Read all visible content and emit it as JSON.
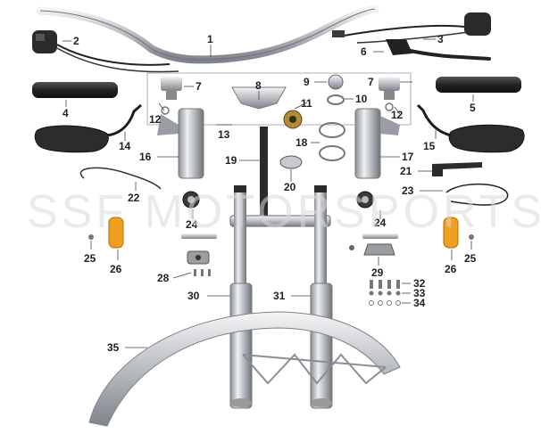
{
  "watermark": "SSF MOTORSPORTS",
  "callouts": [
    "1",
    "2",
    "3",
    "4",
    "5",
    "6",
    "7",
    "7",
    "8",
    "9",
    "10",
    "11",
    "12",
    "12",
    "13",
    "14",
    "15",
    "16",
    "17",
    "18",
    "19",
    "20",
    "21",
    "22",
    "23",
    "24",
    "24",
    "25",
    "25",
    "26",
    "26",
    "28",
    "29",
    "30",
    "31",
    "32",
    "33",
    "34",
    "35"
  ],
  "colors": {
    "chrome": "#c9ccd0",
    "chrome_dark": "#7d8187",
    "black_part": "#2a2a2a",
    "amber_reflector": "#f0a020",
    "brass_bearing": "#b08a3a"
  }
}
